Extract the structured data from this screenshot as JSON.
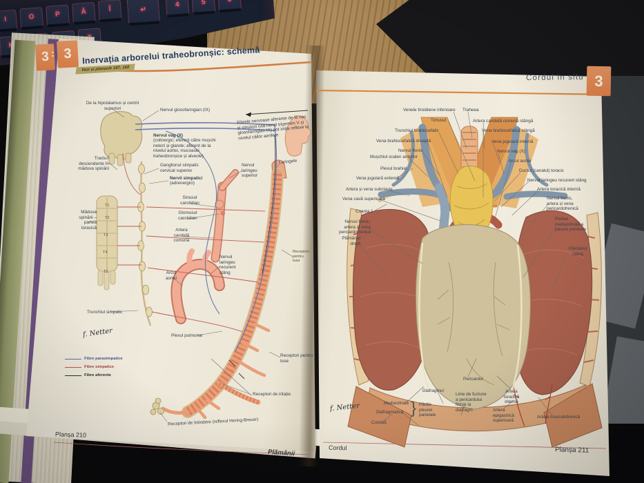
{
  "scene": {
    "keyboard": {
      "row1": [
        "I",
        "O",
        "P",
        "Ă",
        "Î"
      ],
      "row2": [
        "K",
        "L",
        "Ș",
        "Ț"
      ],
      "numpad": [
        "4",
        "5",
        "6"
      ],
      "enter": "↵"
    },
    "palette": {
      "wood": "#a8854f",
      "keyboard_glow": "#ff6077",
      "page_cream": "#efeadc",
      "tab_orange": "#e08550",
      "header_navy": "#243a5e",
      "accent_line": "#cf7f42"
    }
  },
  "left_page": {
    "tab": "3",
    "tab_behind": "3",
    "tab_colon": ":",
    "title": "Inervația arborelui traheobronșic: schemă",
    "see_also": "Vezi și planșele 167, 168",
    "labels": {
      "hipotalamus": "De la hipotalamus și centrii\nsuperiori",
      "glosofaringian": "Nervul glosofaringian (IX)",
      "fibrele": "Fibrele nervoase aferente de la nas și sinusuri (via nervii trigemen V și glosofaringian IX) pot iniția reflexe la nivelul căilor aerifere",
      "vag_title": "Nervul vag (X)",
      "vag_body": "(colinergic; eferent către mușchi netezi și glande; aferent de la nivelul aortei, mucoasei traheobronșice și alveole)",
      "tracturi": "Tracturi\ndescendente în\nmăduva spinării",
      "ganglion": "Ganglionul simpatic\ncervical superior",
      "nervii_simpatici_title": "Nervii simpatici",
      "nervii_simpatici_sub": "(adrenergici)",
      "laringeu_superior": "Nervul\nlaringeu\nsuperior",
      "laringele": "Laringele",
      "sinusul": "Sinusul\ncarotidian",
      "glomusul": "Glomusul\ncarotidian",
      "artera_carotida": "Artera\ncarotidă\ncomună",
      "maduva": "Măduva\nspinării –\npartea\ntoracică",
      "arcul_aortei": "Arcul\naortei",
      "laringeu_recurent": "Nervul\nlaringeu\nrecurent\nstâng",
      "trunchiul_simpatic": "Trunchiul simpatic",
      "plexul_pulmonar": "Plexul pulmonar",
      "receptori_tuse_sus": "Receptori\npentru\ntuse",
      "receptori_tuse_jos": "Receptori pentru\ntuse",
      "receptori_iritatie": "Receptori de iritație",
      "receptori_intindere": "Receptori de întindere (reflexul Hering-Breuer)",
      "signature": "f. Netter"
    },
    "vertebrae": [
      "T1",
      "T2",
      "T3",
      "T4",
      "T5"
    ],
    "legend": {
      "items": [
        {
          "label": "Fibre parasimpatice",
          "color": "#5a6aa8"
        },
        {
          "label": "Fibre simpatice",
          "color": "#c0544e"
        },
        {
          "label": "Fibre aferente",
          "color": "#2b2b2b"
        }
      ]
    },
    "footer": {
      "plate": "Planșa 210",
      "section": "Plămânii"
    }
  },
  "right_page": {
    "tab": "3",
    "title": "Cordul in situ",
    "labels": {
      "venele_tiroidiene": "Venele tiroidiene inferioare",
      "traheea": "Traheea",
      "timusul": "Timusul",
      "carotida_stanga": "Artera carotidă comună stângă",
      "trunchi_brahiocefalic": "Trunchiul brahiocefalic",
      "vena_brahio_stanga": "Vena brahiocefalică stângă",
      "vena_brahio_dreapta": "Vena brahiocefalică dreaptă",
      "jugulara_interna": "Vena jugulară internă",
      "nervul_frenic": "Nervul frenic",
      "nervul_vag": "Nervul vag (X)",
      "scalen": "Mușchiul scalen anterior",
      "arcul_aortei": "Arcul aortei",
      "plexul_brahial": "Plexul brahial",
      "ductul_toracic": "Ductul (canalul) toracic",
      "jugulara_externa": "Vena jugulară externă",
      "laringeu_recurent": "Nervul laringeu recurent stâng",
      "subclavie": "Artera și vena subclavie",
      "toracica_interna_sus": "Artera toracică internă",
      "vena_cava": "Vena cavă superioară",
      "frenic_dreapta": "Nervul frenic,\nartera și vena\npericardofrenică",
      "coasta1": "Coasta 1",
      "frenic_stanga": "Nervul frenic,\nartera și vena\npericardofrenică",
      "partea_mediastinala": "Partea\nmediastinală a\npleurei parietale",
      "plamanul_drept": "Plămânul\ndrept",
      "plamanul_stang": "Plămânul\nstâng",
      "pericardul": "Pericardul",
      "diafragmul": "Diafragmul",
      "mediastinala": "Mediastinală",
      "diafragmatica": "Diafragmatică",
      "costala": "Costală",
      "partile_brace": "}",
      "partile_pleurei": "Părțile\npleurei\nparietale",
      "linie_fuziune": "Linie de fuziune\na pericardului\nfibros la\ndiafragm",
      "toracica_interna_jos": "Artera\ntoracică\ninternă",
      "epigastrica": "Artera\nepigastrică\nsuperioară",
      "musculofrenica": "Artera musculofrenică",
      "signature": "f. Netter"
    },
    "footer": {
      "plate": "Planșa 211",
      "section": "Cordul"
    }
  }
}
